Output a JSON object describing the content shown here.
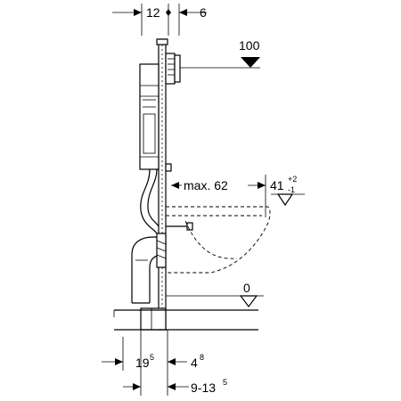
{
  "dimensions": {
    "top_left_value": "12",
    "top_right_value": "6",
    "level_top_value": "100",
    "max_label": "max. 62",
    "height_base": "41",
    "height_tol_plus": "+2",
    "height_tol_minus": "-1",
    "level_floor_value": "0",
    "bottom_left_value": "19",
    "bottom_left_sup": "5",
    "bottom_right_value": "4",
    "bottom_right_sup": "8",
    "bottom_range_value": "9-13",
    "bottom_range_sup": "5"
  }
}
